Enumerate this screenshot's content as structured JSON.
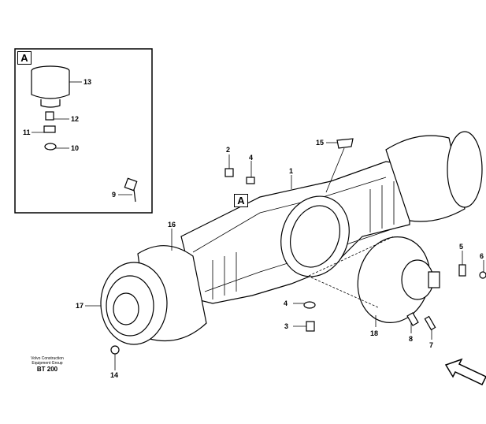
{
  "inset": {
    "label": "A"
  },
  "main_callout": {
    "label": "A"
  },
  "callouts": [
    {
      "id": "13",
      "text": "13"
    },
    {
      "id": "12",
      "text": "12"
    },
    {
      "id": "11",
      "text": "11"
    },
    {
      "id": "10",
      "text": "10"
    },
    {
      "id": "9",
      "text": "9"
    },
    {
      "id": "2",
      "text": "2"
    },
    {
      "id": "4a",
      "text": "4"
    },
    {
      "id": "1",
      "text": "1"
    },
    {
      "id": "15",
      "text": "15"
    },
    {
      "id": "16",
      "text": "16"
    },
    {
      "id": "5",
      "text": "5"
    },
    {
      "id": "6",
      "text": "6"
    },
    {
      "id": "17",
      "text": "17"
    },
    {
      "id": "4b",
      "text": "4"
    },
    {
      "id": "3",
      "text": "3"
    },
    {
      "id": "18",
      "text": "18"
    },
    {
      "id": "8",
      "text": "8"
    },
    {
      "id": "7",
      "text": "7"
    },
    {
      "id": "14",
      "text": "14"
    }
  ],
  "footer": {
    "line1": "Volvo Construction",
    "line2": "Equipment Group",
    "code": "BT 200"
  }
}
